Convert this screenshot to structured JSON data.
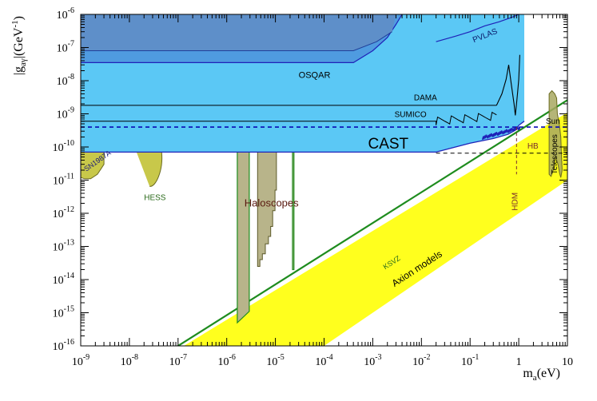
{
  "chart_data": {
    "type": "area",
    "title": "",
    "xlabel": "m",
    "xlabel_sub": "a",
    "xlabel_unit": "(eV)",
    "ylabel": "|g",
    "ylabel_sub": "aγ",
    "ylabel_unit": "|(GeV",
    "ylabel_sup": "-1",
    "ylabel_close": ")",
    "x_scale": "log",
    "y_scale": "log",
    "xlim": [
      1e-09,
      10
    ],
    "ylim": [
      1e-16,
      1e-06
    ],
    "x_ticks": [
      {
        "exp": "-9",
        "value": 1e-09
      },
      {
        "exp": "-8",
        "value": 1e-08
      },
      {
        "exp": "-7",
        "value": 1e-07
      },
      {
        "exp": "-6",
        "value": 1e-06
      },
      {
        "exp": "-5",
        "value": 1e-05
      },
      {
        "exp": "-4",
        "value": 0.0001
      },
      {
        "exp": "-3",
        "value": 0.001
      },
      {
        "exp": "-2",
        "value": 0.01
      },
      {
        "exp": "-1",
        "value": 0.1
      }
    ],
    "x_plain_ticks": [
      {
        "label": "1",
        "value": 1
      },
      {
        "label": "10",
        "value": 10
      }
    ],
    "y_ticks": [
      {
        "exp": "-16",
        "value": 1e-16
      },
      {
        "exp": "-15",
        "value": 1e-15
      },
      {
        "exp": "-14",
        "value": 1e-14
      },
      {
        "exp": "-13",
        "value": 1e-13
      },
      {
        "exp": "-12",
        "value": 1e-12
      },
      {
        "exp": "-11",
        "value": 1e-11
      },
      {
        "exp": "-10",
        "value": 1e-10
      },
      {
        "exp": "-9",
        "value": 1e-09
      },
      {
        "exp": "-8",
        "value": 1e-08
      },
      {
        "exp": "-7",
        "value": 1e-07
      },
      {
        "exp": "-6",
        "value": 1e-06
      }
    ],
    "tick_base": "10",
    "colors": {
      "cast_fill": "#5bc8f5",
      "cast_edge": "#1f22b8",
      "pvlas_fill": "#5e8fc9",
      "osqar_fill": "#4f9be0",
      "astro_fill": "#c8c84a",
      "astro_edge": "#6b6b20",
      "haloscope_fill": "#b8b48a",
      "haloscope_edge": "#5d5a2a",
      "axion_band": "#ffff1e",
      "ksvz_line": "#1e8c1e",
      "dashed": "#0a0ab4"
    },
    "regions": [
      {
        "name": "CAST",
        "label": "CAST",
        "top_y": 6e-10,
        "x_range": [
          1e-09,
          1.2
        ],
        "edge": [
          [
            1e-09,
            7e-11
          ],
          [
            0.02,
            7e-11
          ],
          [
            0.1,
            1.3e-10
          ],
          [
            0.3,
            1.8e-10
          ],
          [
            0.6,
            2.4e-10
          ],
          [
            0.85,
            3.2e-10
          ],
          [
            1.0,
            4.5e-10
          ],
          [
            1.3,
            6e-10
          ]
        ]
      },
      {
        "name": "PVLAS",
        "label": "PVLAS",
        "bottom_y": 8e-08,
        "edge": [
          [
            0.01,
            8e-08
          ],
          [
            0.1,
            2e-07
          ],
          [
            0.3,
            4e-07
          ],
          [
            0.6,
            6e-07
          ],
          [
            1.0,
            1e-06
          ]
        ]
      },
      {
        "name": "OSQAR",
        "label": "OSQAR",
        "bottom_y": 3.5e-08,
        "edge": [
          [
            0.0004,
            3.5e-08
          ],
          [
            0.001,
            8e-08
          ],
          [
            0.002,
            2e-07
          ],
          [
            0.003,
            5e-07
          ],
          [
            0.004,
            1e-06
          ]
        ]
      },
      {
        "name": "SN1987A",
        "label": "SN1987A"
      },
      {
        "name": "HESS",
        "label": "HESS",
        "x_range": [
          1.5e-08,
          4e-08
        ],
        "y_range": [
          7e-12,
          7e-11
        ]
      },
      {
        "name": "Haloscopes",
        "label": "Haloscopes"
      },
      {
        "name": "Telescopes",
        "label": "Telescopes",
        "x_range": [
          4,
          8
        ],
        "y_range": [
          1.5e-11,
          4e-09
        ]
      }
    ],
    "lines": [
      {
        "name": "DAMA",
        "label": "DAMA",
        "y": 1.8e-09
      },
      {
        "name": "SUMICO",
        "label": "SUMICO",
        "y": 6e-10
      },
      {
        "name": "Sun",
        "label": "Sun",
        "y": 4e-10
      },
      {
        "name": "HB",
        "label": "HB",
        "y": 6.5e-11
      },
      {
        "name": "HDM",
        "label": "HDM",
        "x": 0.9
      },
      {
        "name": "KSVZ",
        "label": "KSVZ"
      },
      {
        "name": "Axion models",
        "label": "Axion models"
      }
    ],
    "grid": false,
    "legend": "none"
  }
}
